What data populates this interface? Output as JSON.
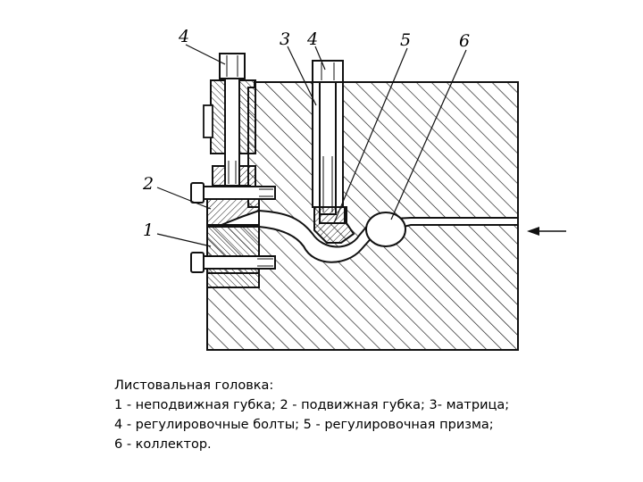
{
  "diagram": {
    "callouts": [
      {
        "id": "c4a",
        "text": "4"
      },
      {
        "id": "c3",
        "text": "3"
      },
      {
        "id": "c4b",
        "text": "4"
      },
      {
        "id": "c5",
        "text": "5"
      },
      {
        "id": "c6",
        "text": "6"
      },
      {
        "id": "c2",
        "text": "2"
      },
      {
        "id": "c1",
        "text": "1"
      }
    ]
  },
  "caption": {
    "title": "Листовальная головка:",
    "lines": [
      "1 - неподвижная губка; 2 - подвижная губка; 3- матрица;",
      "4 - регулировочные болты; 5 - регулировочная призма;",
      "6 - коллектор."
    ]
  }
}
